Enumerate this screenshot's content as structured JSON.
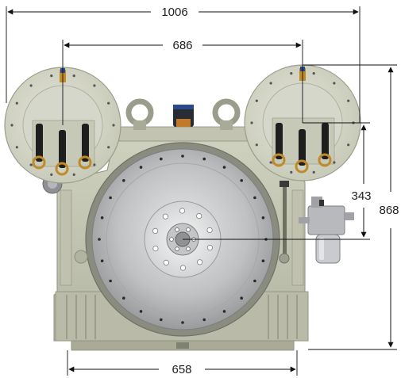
{
  "dimensions": {
    "overall_width": "1006",
    "flange_spacing": "686",
    "base_width": "658",
    "height_offset": "343",
    "overall_height": "868"
  },
  "colors": {
    "housing": "#c9cbb8",
    "housing_dark": "#a9ab98",
    "housing_shadow": "#8e907f",
    "flywheel": "#9a9c9e",
    "flywheel_light": "#c3c5c7",
    "dim_line": "#111111",
    "brass": "#c08a2a",
    "black_rod": "#1e1e1e"
  }
}
